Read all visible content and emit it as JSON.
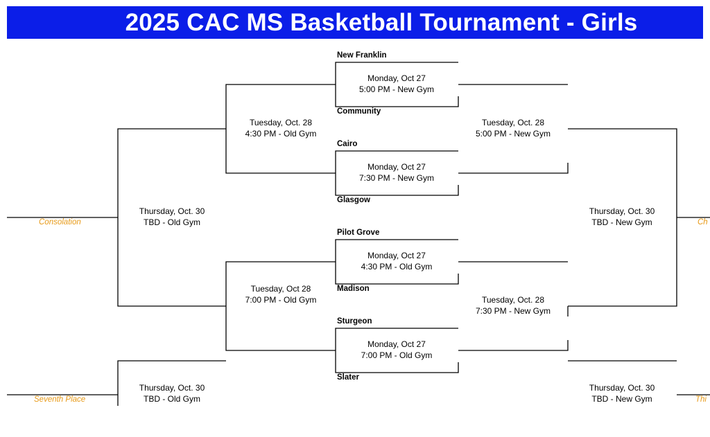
{
  "title": "2025 CAC MS Basketball Tournament - Girls",
  "colors": {
    "banner": "#0b1ee8",
    "label": "#e89a18"
  },
  "teams": {
    "t1": "New Franklin",
    "t2": "Community",
    "t3": "Cairo",
    "t4": "Glasgow",
    "t5": "Pilot Grove",
    "t6": "Madison",
    "t7": "Sturgeon",
    "t8": "Slater"
  },
  "games": {
    "g1": {
      "day": "Monday, Oct 27",
      "info": "5:00 PM - New Gym"
    },
    "g2": {
      "day": "Monday, Oct 27",
      "info": "7:30 PM - New Gym"
    },
    "g3": {
      "day": "Monday, Oct 27",
      "info": "4:30 PM - Old Gym"
    },
    "g4": {
      "day": "Monday, Oct 27",
      "info": "7:00 PM - Old Gym"
    },
    "c1": {
      "day": "Tuesday, Oct. 28",
      "info": "4:30 PM - Old Gym"
    },
    "c2": {
      "day": "Tuesday, Oct 28",
      "info": "7:00 PM - Old Gym"
    },
    "w1": {
      "day": "Tuesday, Oct. 28",
      "info": "5:00 PM - New Gym"
    },
    "w2": {
      "day": "Tuesday, Oct. 28",
      "info": "7:30 PM - New Gym"
    },
    "cons": {
      "day": "Thursday, Oct. 30",
      "info": "TBD - Old Gym"
    },
    "seventh": {
      "day": "Thursday, Oct. 30",
      "info": "TBD - Old Gym"
    },
    "champ": {
      "day": "Thursday, Oct. 30",
      "info": "TBD - New Gym"
    },
    "third": {
      "day": "Thursday, Oct. 30",
      "info": "TBD - New Gym"
    }
  },
  "labels": {
    "consolation": "Consolation",
    "seventh": "Seventh Place",
    "champ_partial": "Ch",
    "third_partial": "Thi"
  }
}
